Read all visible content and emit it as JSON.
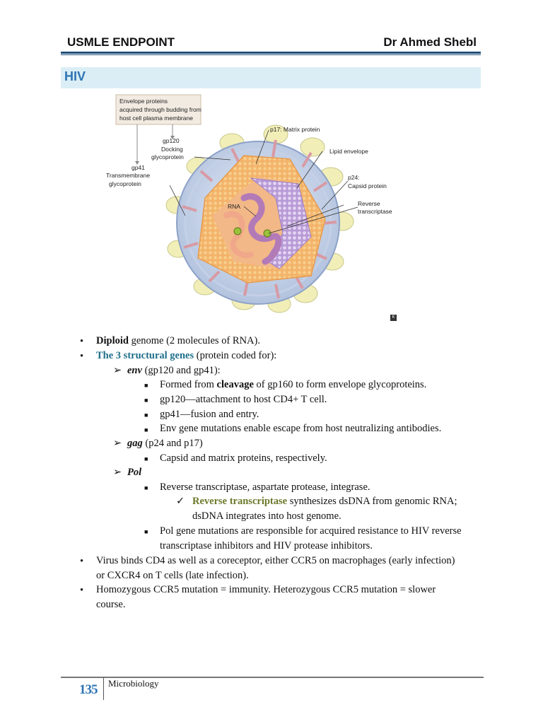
{
  "header": {
    "left": "USMLE ENDPOINT",
    "right": "Dr Ahmed Shebl"
  },
  "section": {
    "title": "HIV"
  },
  "figure": {
    "callout": [
      "Envelope proteins",
      "acquired through budding from",
      "host cell plasma membrane"
    ],
    "labels": {
      "gp120": [
        "gp120",
        "Docking",
        "glycoprotein"
      ],
      "gp41": [
        "gp41",
        "Transmembrane",
        "glycoprotein"
      ],
      "p17": "p17: Matrix protein",
      "lipid": "Lipid envelope",
      "p24": [
        "p24:",
        "Capsid protein"
      ],
      "rna": "RNA",
      "rt": [
        "Reverse",
        "transcriptase"
      ]
    },
    "badge": "K"
  },
  "body": {
    "b1": {
      "bold": "Diploid",
      "rest": " genome (2 molecules of RNA)."
    },
    "b2": {
      "colored": "The 3 structural genes",
      "rest": " (protein coded for):"
    },
    "env": {
      "name": "env",
      "rest": " (gp120 and gp41):"
    },
    "env_items": [
      {
        "pre": "Formed from ",
        "bold": "cleavage",
        "post": " of gp160 to form envelope glycoproteins."
      },
      {
        "text": "gp120—attachment to host CD4+ T cell."
      },
      {
        "text": "gp41—fusion and entry."
      },
      {
        "text": "Env gene mutations enable escape from host neutralizing antibodies."
      }
    ],
    "gag": {
      "name": "gag",
      "rest": " (p24 and p17)"
    },
    "gag_item": "Capsid and matrix proteins, respectively.",
    "pol": {
      "name": "Pol"
    },
    "pol_item1": "Reverse transcriptase, aspartate protease, integrase.",
    "pol_check": {
      "colored": "Reverse transcriptase",
      "rest": " synthesizes dsDNA from genomic RNA;",
      "line2": "dsDNA integrates into host genome."
    },
    "pol_item2": {
      "line1": "Pol gene mutations are responsible for acquired resistance to HIV reverse",
      "line2": "transcriptase inhibitors and HIV protease inhibitors."
    },
    "b3": {
      "line1": "Virus binds CD4 as well as a coreceptor, either CCR5 on macrophages (early infection)",
      "line2": "or CXCR4 on T cells (late infection)."
    },
    "b4": {
      "line1": "Homozygous CCR5 mutation = immunity. Heterozygous CCR5 mutation = slower",
      "line2": "course."
    }
  },
  "footer": {
    "page": "135",
    "subject": "Microbiology"
  }
}
